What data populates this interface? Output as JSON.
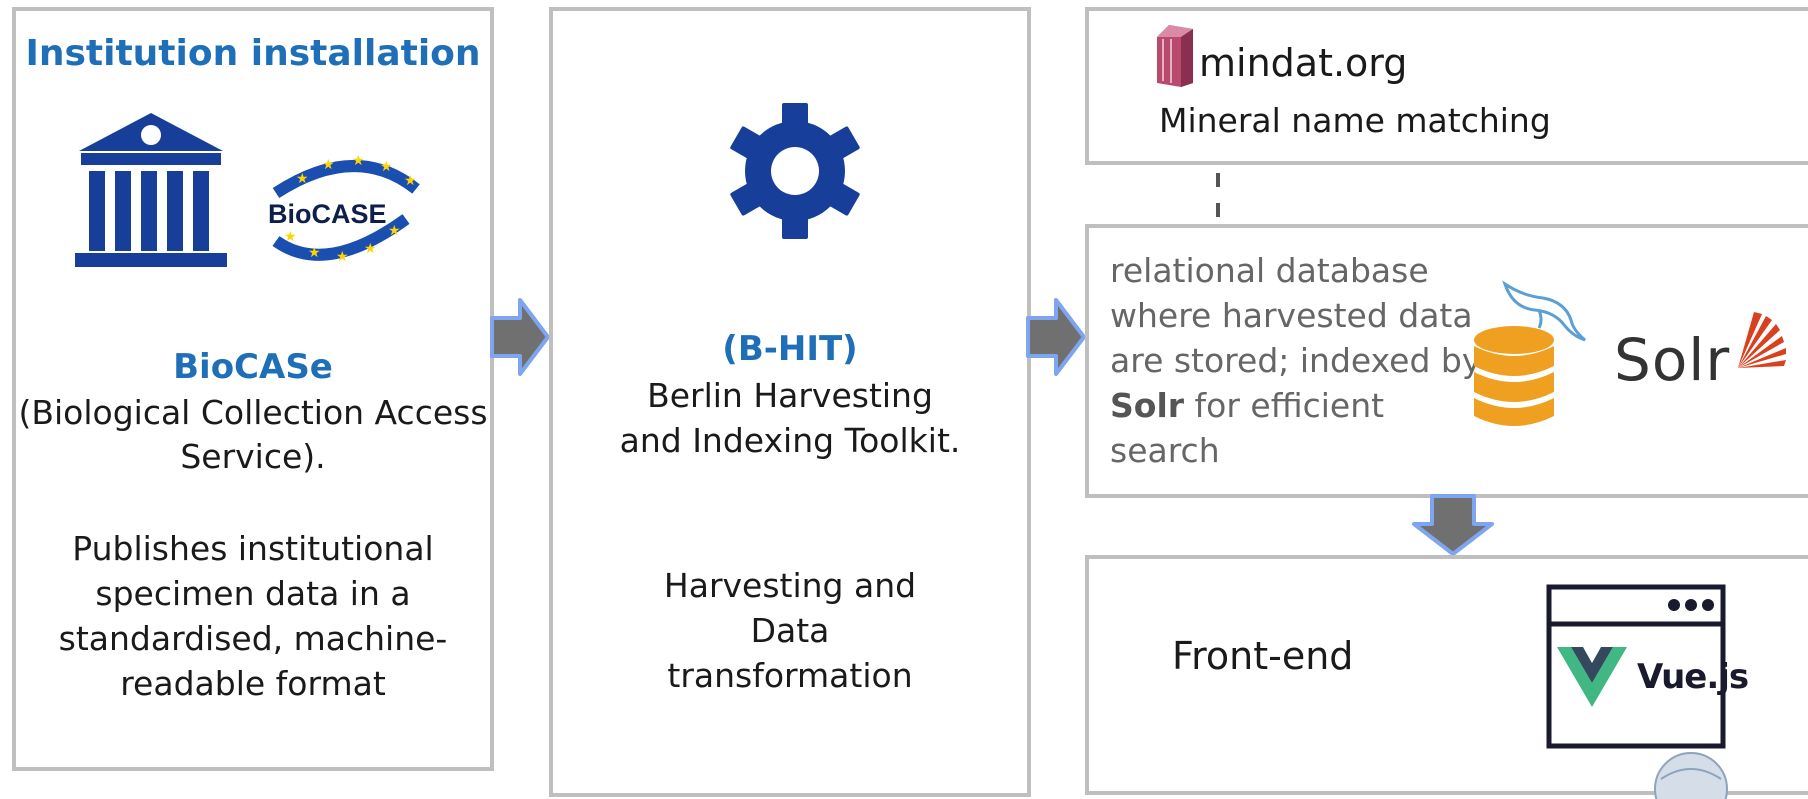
{
  "institution": {
    "title": "Institution installation",
    "logo_text": "BioCASE",
    "name": "BioCASe",
    "full_name": "(Biological Collection Access Service).",
    "description": "Publishes institutional specimen data in a standardised, machine-readable format"
  },
  "harvester": {
    "title": "(B-HIT)",
    "full_name": "Berlin Harvesting and Indexing Toolkit.",
    "description": "Harvesting and Data transformation"
  },
  "mindat": {
    "name": "mindat.org",
    "subtitle": "Mineral name matching"
  },
  "database": {
    "desc_before": "relational database where harvested data are stored; indexed by ",
    "desc_bold": "Solr",
    "desc_after": " for efficient search",
    "solr_logo_text": "Solr"
  },
  "frontend": {
    "label": "Front-end",
    "vue_logo_text": "Vue.js"
  },
  "colors": {
    "accent_blue": "#1f6fb8",
    "icon_navy": "#173f9a",
    "box_border": "#bfbfbf",
    "arrow_fill": "#707070",
    "arrow_outline": "#7ea6f0",
    "db_orange": "#f0a020",
    "solr_red": "#d9411e",
    "vue_green": "#41b883",
    "vue_dark": "#35495e"
  },
  "icons": [
    "institution-building-icon",
    "biocase-logo",
    "gear-icon",
    "mindat-logo",
    "mysql-dolphin-icon",
    "database-icon",
    "solr-logo",
    "browser-window-icon",
    "vue-logo"
  ]
}
